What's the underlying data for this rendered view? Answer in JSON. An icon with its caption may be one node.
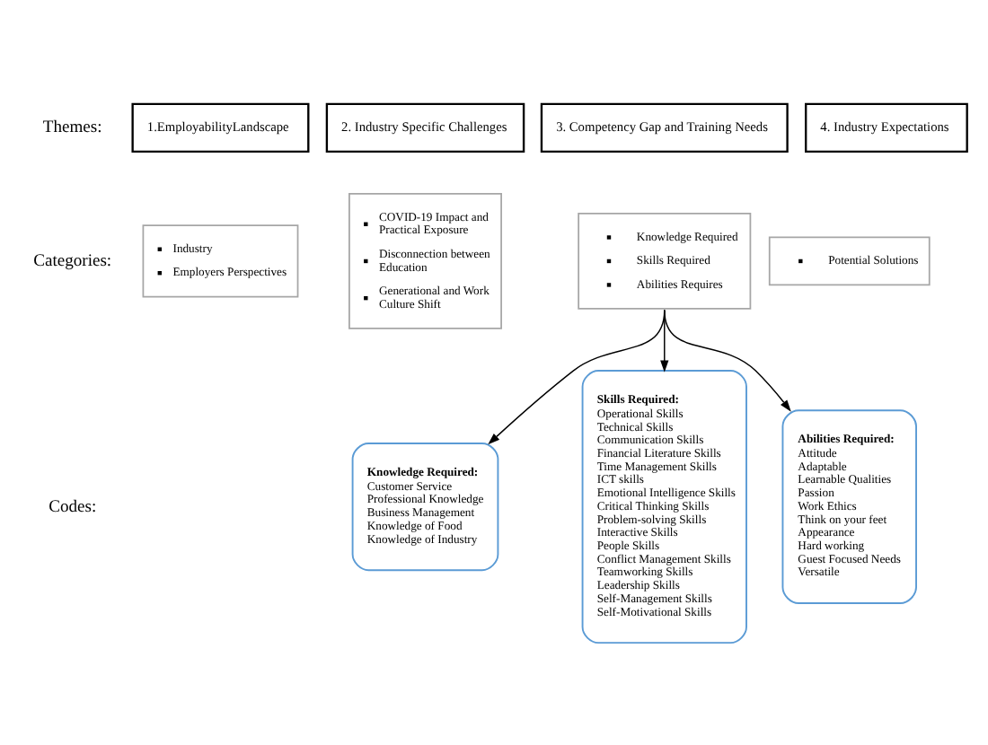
{
  "diagram": {
    "nodes": [
      {
        "text": [
          "1.EmployabilityLandscape"
        ]
      },
      {
        "text": [
          "2. Industry Specific Challenges"
        ]
      },
      {
        "text": [
          "3. Competency Gap and Training Needs"
        ]
      },
      {
        "text": [
          "4. Industry Expectations"
        ]
      },
      {
        "text": [
          "Industry",
          "Employers Perspectives"
        ]
      },
      {
        "text": [
          "COVID-19 Impact and Practical Exposure",
          "Disconnection between Education",
          "Generational and Work Culture Shift"
        ]
      },
      {
        "text": [
          "Knowledge Required",
          "Skills Required",
          "Abilities Requires"
        ]
      },
      {
        "text": [
          "Potential Solutions"
        ]
      },
      {
        "text": [
          "Knowledge Required:",
          "Customer Service",
          "Professional Knowledge",
          "Business Management",
          "Knowledge of Food",
          "Knowledge of Industry"
        ]
      },
      {
        "text": [
          "Skills Required:",
          "Operational Skills",
          "Technical Skills",
          "Communication Skills",
          "Financial Literature Skills",
          "Time Management Skills",
          "ICT skills",
          "Emotional Intelligence Skills",
          "Critical Thinking Skills",
          "Problem-solving Skills",
          "Interactive Skills",
          "People Skills",
          "Conflict Management Skills",
          "Teamworking Skills",
          "Leadership Skills",
          "Self-Management Skills",
          "Self-Motivational Skills"
        ]
      },
      {
        "text": [
          "Abilities Required:",
          "Attitude",
          "Adaptable",
          "Learnable Qualities",
          "Passion",
          "Work Ethics",
          "Think on your feet",
          "Appearance",
          "Hard working",
          "Guest Focused Needs",
          "Versatile"
        ]
      }
    ],
    "edges": [
      {
        "from": 6,
        "to": 8,
        "arrow": "to"
      },
      {
        "from": 6,
        "to": 9,
        "arrow": "to"
      },
      {
        "from": 6,
        "to": 10,
        "arrow": "to"
      }
    ],
    "labels": [
      "Themes:",
      "Categories:",
      "Codes:"
    ]
  }
}
